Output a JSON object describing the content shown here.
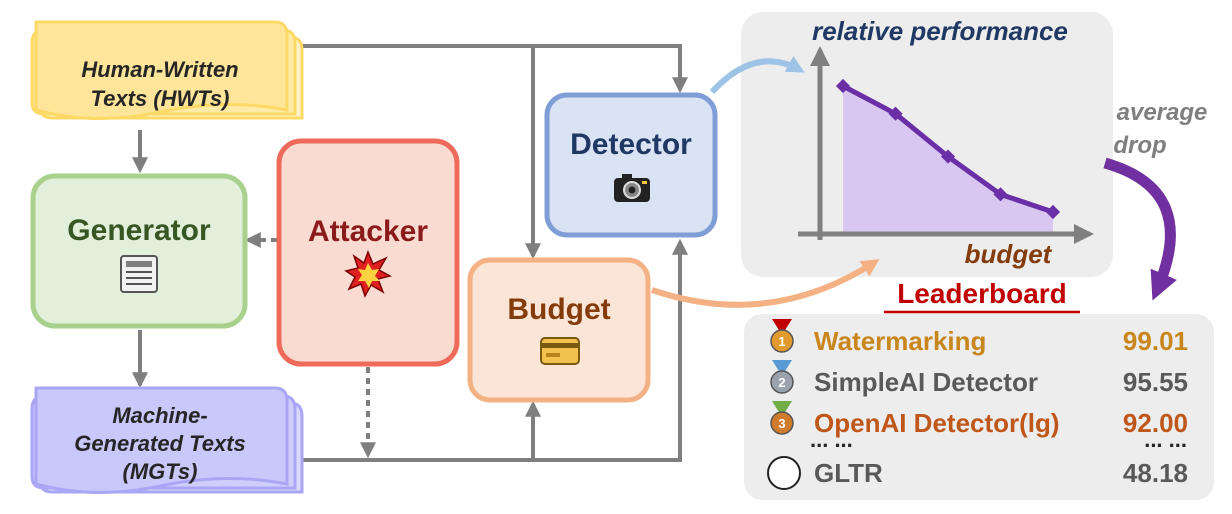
{
  "hwt": {
    "line1": "Human-Written",
    "line2": "Texts (HWTs)"
  },
  "mgt": {
    "line1": "Machine-",
    "line2": "Generated Texts",
    "line3": "(MGTs)"
  },
  "generator": {
    "label": "Generator"
  },
  "attacker": {
    "label": "Attacker"
  },
  "detector": {
    "label": "Detector"
  },
  "budget": {
    "label": "Budget"
  },
  "chart_data": {
    "type": "area",
    "title": "relative performance",
    "xlabel": "budget",
    "ylabel": "relative performance",
    "x": [
      0,
      1,
      2,
      3,
      4
    ],
    "series": [
      {
        "values": [
          100,
          89,
          72,
          57,
          50
        ]
      }
    ],
    "grid": false
  },
  "side_note": {
    "line1": "average",
    "line2": "drop"
  },
  "leaderboard": {
    "title": "Leaderboard",
    "rows": [
      {
        "rank": "1",
        "name": "Watermarking",
        "score": "99.01",
        "color": "#C8861C",
        "medal": "#E39A2C"
      },
      {
        "rank": "2",
        "name": "SimpleAI Detector",
        "score": "95.55",
        "color": "#595959",
        "medal": "#9AA3AD"
      },
      {
        "rank": "3",
        "name": "OpenAI Detector(lg)",
        "score": "92.00",
        "color": "#C0571A",
        "medal": "#D07A2C"
      },
      {
        "rank": "",
        "name": "GLTR",
        "score": "48.18",
        "color": "#595959",
        "medal": ""
      }
    ],
    "ellipsis": "... ..."
  },
  "colors": {
    "hwt_fill": "#FFE599",
    "hwt_border": "#FFD966",
    "mgt_fill": "#C9C8FA",
    "mgt_border": "#A8A6F5",
    "generator_fill": "#E2EFDA",
    "generator_border": "#A9D18E",
    "generator_text": "#375623",
    "attacker_fill": "#FADBD2",
    "attacker_border": "#EE6B5C",
    "attacker_text": "#8B1A1A",
    "detector_fill": "#DAE3F3",
    "detector_border": "#7F9ED7",
    "detector_text": "#1F3864",
    "budget_fill": "#FBE5D6",
    "budget_border": "#F4B183",
    "budget_text": "#843C0C",
    "chart_fill": "#D9C7F2",
    "chart_line": "#6A2FA6",
    "panel": "#EDEDED",
    "arrow_purple": "#7030A0",
    "leaderboard_title": "#C00000"
  }
}
